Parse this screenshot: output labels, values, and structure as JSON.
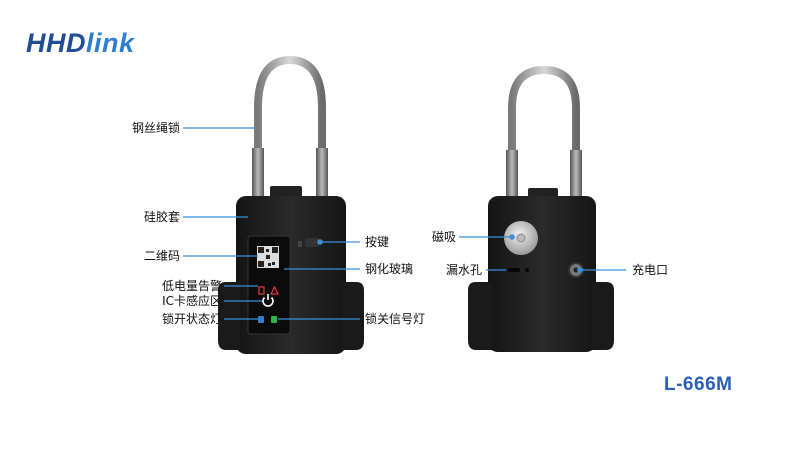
{
  "brand": {
    "part1": "HHD",
    "part2": "link"
  },
  "model": "L-666M",
  "colors": {
    "brand_dark": "#1f4e96",
    "brand_light": "#2f7fd0",
    "callout": "#3b8fd6",
    "lock_body": "#1c1c1c"
  },
  "labels": {
    "wire_rope": "钢丝绳锁",
    "silicone_cover": "硅胶套",
    "qr_code": "二维码",
    "low_battery": "低电量告警",
    "ic_card": "IC卡感应区",
    "unlock_light": "锁开状态灯",
    "button": "按键",
    "glass": "钢化玻璃",
    "lock_light": "锁关信号灯",
    "magnet": "磁吸",
    "drain_hole": "漏水孔",
    "charge_port": "充电口"
  }
}
